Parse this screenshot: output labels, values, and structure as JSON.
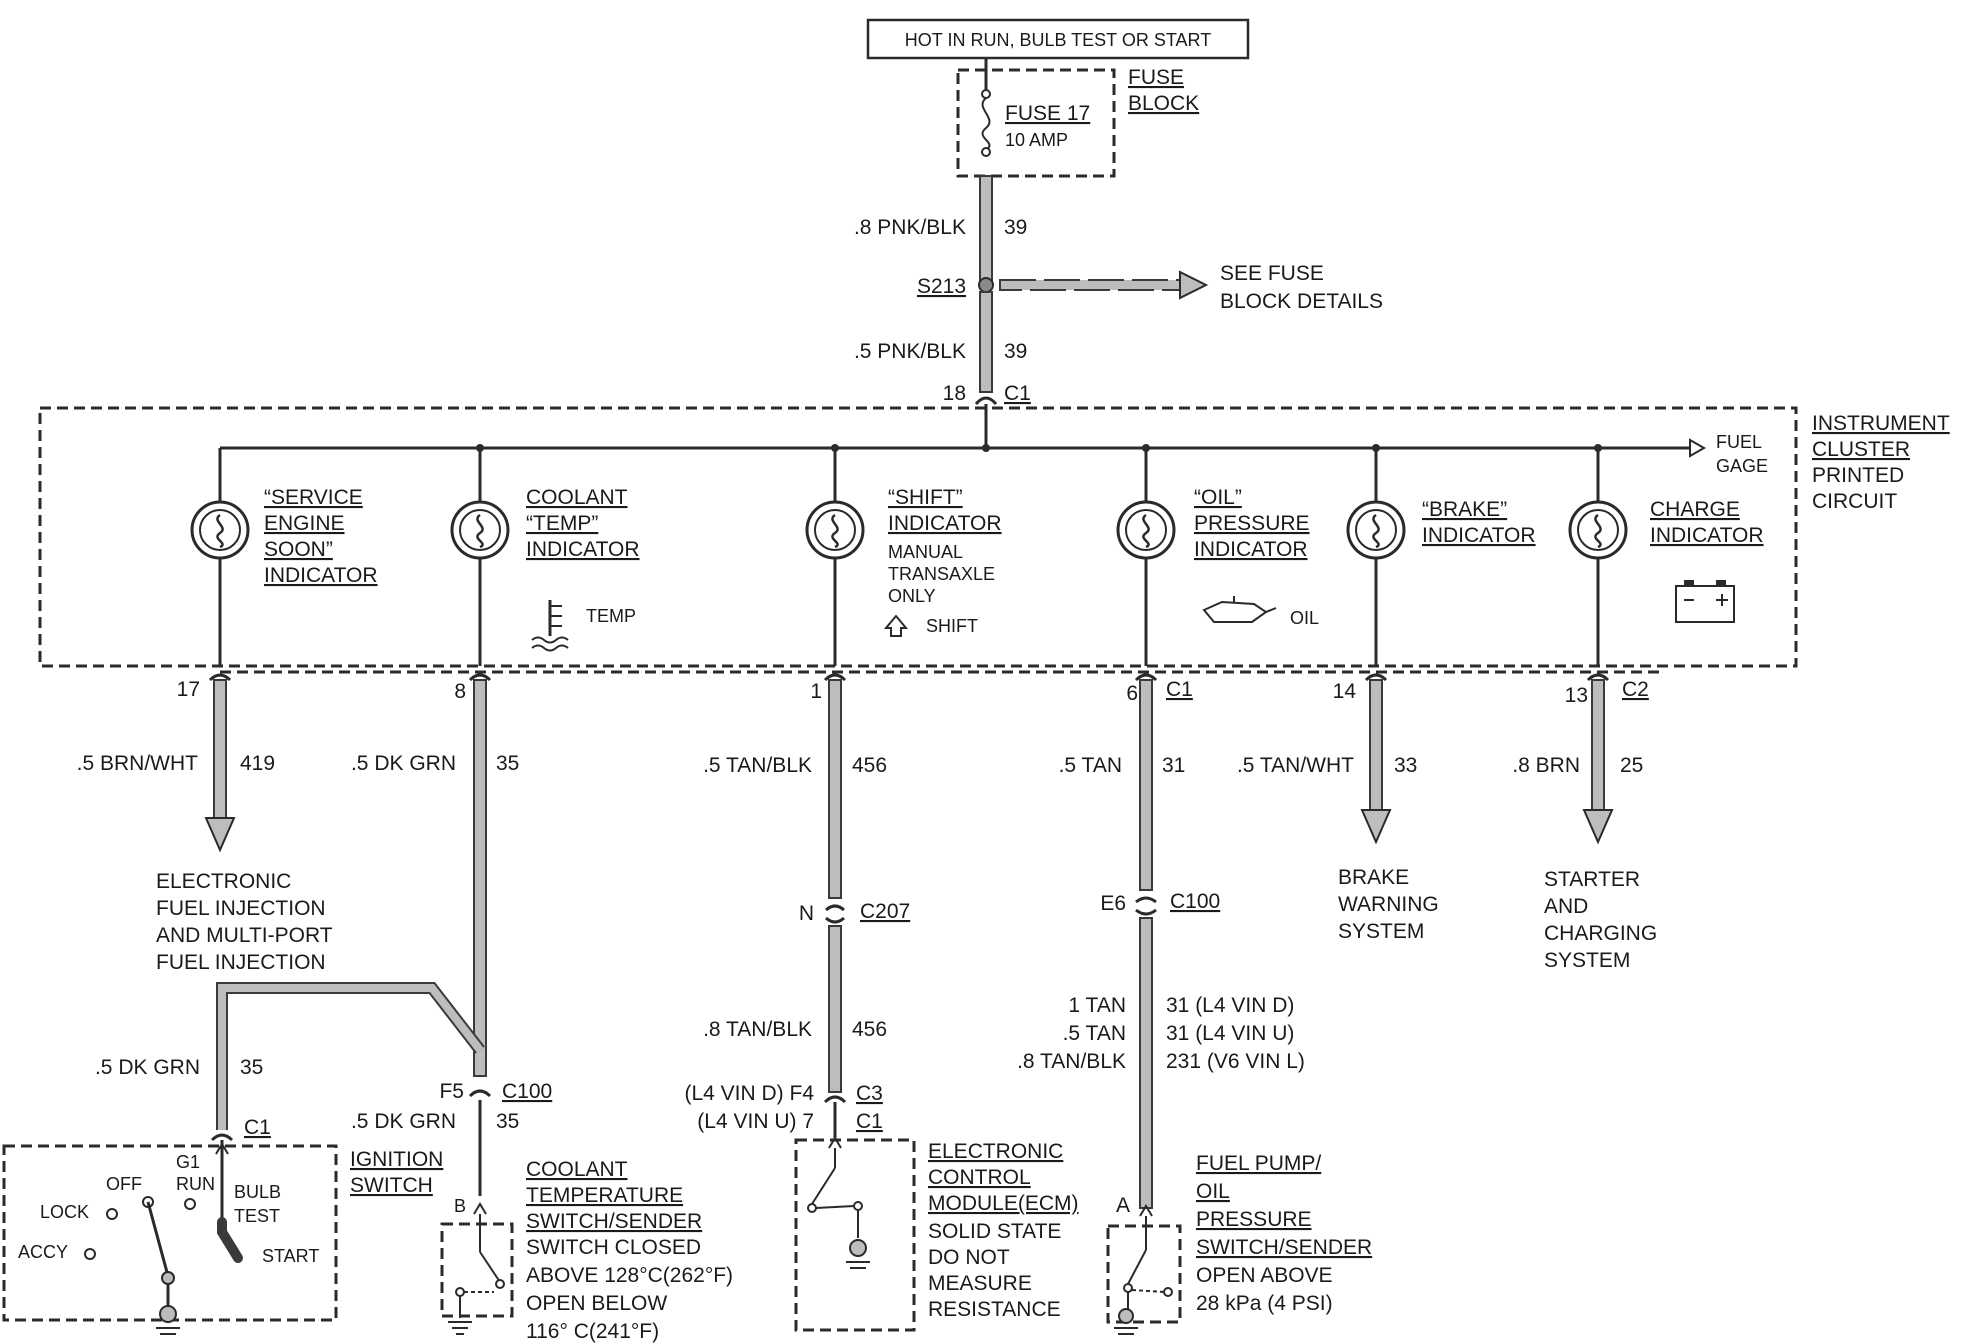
{
  "title_box": "HOT IN RUN, BULB TEST OR START",
  "fuse_block": {
    "label_1": "FUSE",
    "label_2": "BLOCK",
    "fuse": "FUSE 17",
    "rating": "10 AMP"
  },
  "feed": {
    "wire_upper": ".8 PNK/BLK",
    "circuit_upper": "39",
    "splice": "S213",
    "see_1": "SEE FUSE",
    "see_2": "BLOCK DETAILS",
    "wire_lower": ".5 PNK/BLK",
    "circuit_lower": "39",
    "pin": "18",
    "conn": "C1"
  },
  "cluster": {
    "label": [
      "INSTRUMENT",
      "CLUSTER",
      "PRINTED",
      "CIRCUIT"
    ],
    "fuel_gage": [
      "FUEL",
      "GAGE"
    ]
  },
  "indicators": {
    "ses": [
      "“SERVICE",
      "ENGINE",
      "SOON”",
      "INDICATOR"
    ],
    "coolant": [
      "COOLANT",
      "“TEMP”",
      "INDICATOR"
    ],
    "coolant_icon": "TEMP",
    "shift": [
      "“SHIFT”",
      "INDICATOR"
    ],
    "shift_note": [
      "MANUAL",
      "TRANSAXLE",
      "ONLY"
    ],
    "shift_icon": "SHIFT",
    "oil": [
      "“OIL”",
      "PRESSURE",
      "INDICATOR"
    ],
    "oil_icon": "OIL",
    "brake": [
      "“BRAKE”",
      "INDICATOR"
    ],
    "charge": [
      "CHARGE",
      "INDICATOR"
    ]
  },
  "outputs": {
    "ses": {
      "pin": "17",
      "wire": ".5 BRN/WHT",
      "circuit": "419",
      "dest": [
        "ELECTRONIC",
        "FUEL INJECTION",
        "AND MULTI-PORT",
        "FUEL INJECTION"
      ]
    },
    "coolant": {
      "pin": "8",
      "wire": ".5 DK GRN",
      "circuit": "35"
    },
    "shift": {
      "pin": "1",
      "wire": ".5 TAN/BLK",
      "circuit": "456"
    },
    "oil": {
      "pin": "6",
      "conn": "C1",
      "wire": ".5 TAN",
      "circuit": "31"
    },
    "brake": {
      "pin": "14",
      "wire": ".5 TAN/WHT",
      "circuit": "33",
      "dest": [
        "BRAKE",
        "WARNING",
        "SYSTEM"
      ]
    },
    "charge": {
      "pin": "13",
      "conn": "C2",
      "wire": ".8 BRN",
      "circuit": "25",
      "dest": [
        "STARTER",
        "AND",
        "CHARGING",
        "SYSTEM"
      ]
    }
  },
  "ignition": {
    "wire": ".5 DK GRN",
    "circuit": "35",
    "conn": "C1",
    "pin": "G1",
    "label": [
      "IGNITION",
      "SWITCH"
    ],
    "positions": {
      "off": "OFF",
      "run": "RUN",
      "bulb": "BULB",
      "test": "TEST",
      "lock": "LOCK",
      "accy": "ACCY",
      "start": "START"
    }
  },
  "coolant_switch": {
    "pin": "F5",
    "conn": "C100",
    "wire": ".5 DK GRN",
    "circuit": "35",
    "term": "B",
    "title": [
      "COOLANT",
      "TEMPERATURE",
      "SWITCH/SENDER"
    ],
    "desc": [
      "SWITCH CLOSED",
      "ABOVE 128°C(262°F)",
      "OPEN BELOW",
      "116° C(241°F)"
    ]
  },
  "ecm": {
    "c207_pin": "N",
    "c207": "C207",
    "wire": ".8 TAN/BLK",
    "circuit": "456",
    "pin_d": "(L4 VIN D)  F4",
    "conn_d": "C3",
    "pin_u": "(L4 VIN U)  7",
    "conn_u": "C1",
    "title": [
      "ELECTRONIC",
      "CONTROL",
      "MODULE(ECM)"
    ],
    "desc": [
      "SOLID STATE",
      "DO NOT",
      "MEASURE",
      "RESISTANCE"
    ]
  },
  "fuel_pump": {
    "c100_pin": "E6",
    "c100": "C100",
    "wires": [
      {
        "wire": "1 TAN",
        "circuit": "31 (L4 VIN D)"
      },
      {
        "wire": ".5 TAN",
        "circuit": "31 (L4 VIN U)"
      },
      {
        "wire": ".8 TAN/BLK",
        "circuit": "231 (V6 VIN L)"
      }
    ],
    "term": "A",
    "title": [
      "FUEL PUMP/",
      "OIL",
      "PRESSURE",
      "SWITCH/SENDER"
    ],
    "desc": [
      "OPEN ABOVE",
      "28 kPa (4 PSI)"
    ]
  }
}
